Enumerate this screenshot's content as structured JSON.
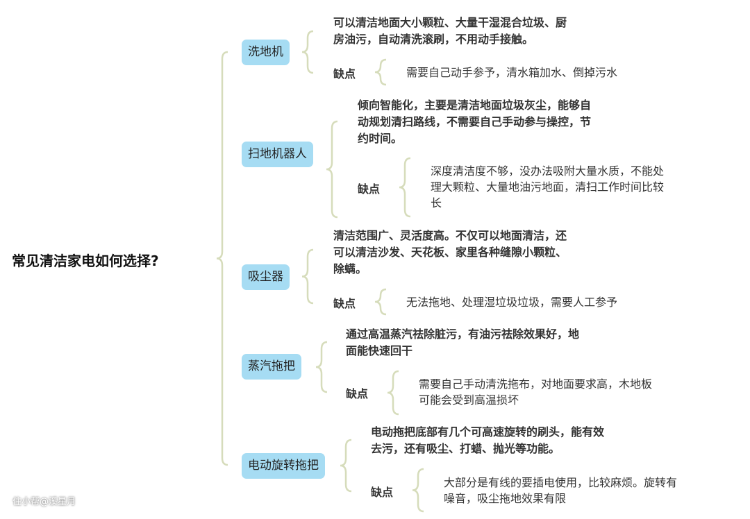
{
  "root": "常见清洁家电如何选择?",
  "brace_color": "#d6dcbb",
  "node_color": "#a6dcf3",
  "branches": [
    {
      "name": "洗地机",
      "desc": [
        "可以清洁地面大小颗粒、大量干湿混合垃圾、厨",
        "房油污，自动清洗滚刷，不用动手接触。"
      ],
      "con_label": "缺点",
      "con": [
        "需要自己动手参予，清水箱加水、倒掉污水"
      ]
    },
    {
      "name": "扫地机器人",
      "desc": [
        "倾向智能化，主要是清洁地面垃圾灰尘，能够自",
        "动规划清扫路线，不需要自己手动参与操控，节",
        "约时间。"
      ],
      "con_label": "缺点",
      "con": [
        "深度清洁度不够，没办法吸附大量水质，不能处",
        "理大颗粒、大量地油污地面，清扫工作时间比较",
        "长"
      ]
    },
    {
      "name": "吸尘器",
      "desc": [
        "清洁范围广、灵活度高。不仅可以地面清洁，还",
        "可以清洁沙发、天花板、家里各种缝隙小颗粒、",
        "除螨。"
      ],
      "con_label": "缺点",
      "con": [
        "无法拖地、处理湿垃圾垃圾，需要人工参予"
      ]
    },
    {
      "name": "蒸汽拖把",
      "desc": [
        "通过高温蒸汽祛除脏污，有油污祛除效果好，地",
        "面能快速回干"
      ],
      "con_label": "缺点",
      "con": [
        "需要自己手动清洗拖布，对地面要求高，木地板",
        "可能会受到高温损坏"
      ]
    },
    {
      "name": "电动旋转拖把",
      "desc": [
        "电动拖把底部有几个可高速旋转的刷头，能有效",
        "去污，还有吸尘、打蜡、抛光等功能。"
      ],
      "con_label": "缺点",
      "con": [
        "大部分是有线的要插电使用，比较麻烦。旋转有",
        "噪音，吸尘拖地效果有限"
      ]
    }
  ],
  "watermark": "住小帮@溪星月"
}
